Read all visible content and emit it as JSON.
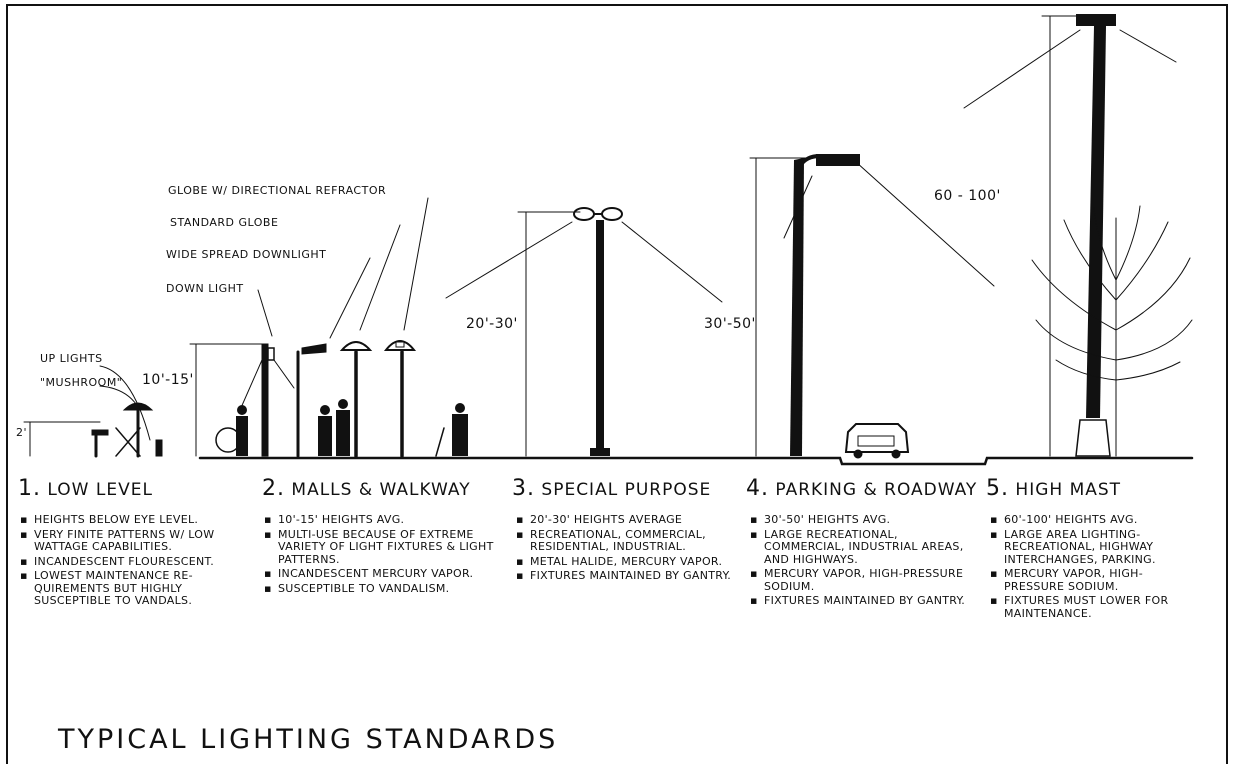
{
  "title": "TYPICAL LIGHTING STANDARDS",
  "labels": {
    "up_lights": "UP LIGHTS",
    "mushroom": "\"MUSHROOM\"",
    "globe_refractor": "GLOBE W/ DIRECTIONAL REFRACTOR",
    "standard_globe": "STANDARD GLOBE",
    "wide_spread": "WIDE SPREAD DOWNLIGHT",
    "down_light": "DOWN LIGHT"
  },
  "dimensions": {
    "low": "2'",
    "malls": "10'-15'",
    "special": "20'-30'",
    "parking": "30'-50'",
    "mast": "60 - 100'"
  },
  "categories": [
    {
      "number": "1.",
      "name": "LOW LEVEL",
      "bullets": [
        "HEIGHTS BELOW EYE LEVEL.",
        "VERY FINITE PATTERNS W/ LOW WATTAGE CAPABILITIES.",
        "INCANDESCENT FLOURESCENT.",
        "LOWEST MAINTENANCE RE-QUIREMENTS BUT HIGHLY SUSCEPTIBLE TO VANDALS."
      ]
    },
    {
      "number": "2.",
      "name": "MALLS & WALKWAY",
      "bullets": [
        "10'-15' HEIGHTS AVG.",
        "MULTI-USE BECAUSE OF EXTREME VARIETY OF LIGHT FIXTURES & LIGHT PATTERNS.",
        "INCANDESCENT MERCURY VAPOR.",
        "SUSCEPTIBLE TO VANDALISM."
      ]
    },
    {
      "number": "3.",
      "name": "SPECIAL PURPOSE",
      "bullets": [
        "20'-30' HEIGHTS AVERAGE",
        "RECREATIONAL, COMMERCIAL, RESIDENTIAL, INDUSTRIAL.",
        "METAL HALIDE, MERCURY VAPOR.",
        "FIXTURES MAINTAINED BY GANTRY."
      ]
    },
    {
      "number": "4.",
      "name": "PARKING & ROADWAY",
      "bullets": [
        "30'-50' HEIGHTS AVG.",
        "LARGE RECREATIONAL, COMMERCIAL, INDUSTRIAL AREAS, AND HIGHWAYS.",
        "MERCURY VAPOR, HIGH-PRESSURE SODIUM.",
        "FIXTURES MAINTAINED BY GANTRY."
      ]
    },
    {
      "number": "5.",
      "name": "HIGH MAST",
      "bullets": [
        "60'-100' HEIGHTS AVG.",
        "LARGE AREA LIGHTING-RECREATIONAL, HIGHWAY INTERCHANGES, PARKING.",
        "MERCURY VAPOR, HIGH-PRESSURE SODIUM.",
        "FIXTURES MUST LOWER FOR MAINTENANCE."
      ]
    }
  ]
}
